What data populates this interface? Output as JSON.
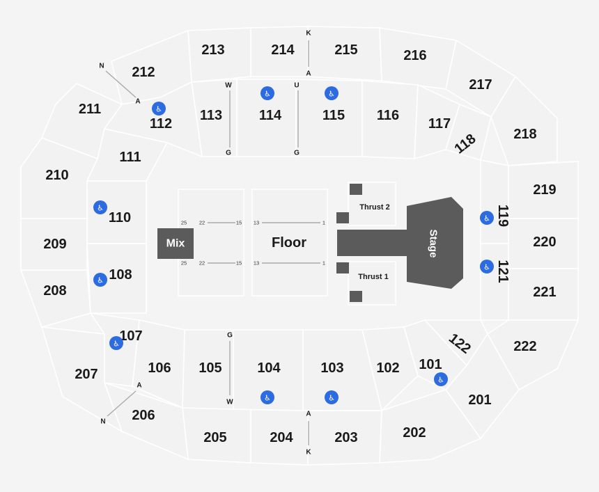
{
  "colors": {
    "background": "#f4f4f4",
    "section": "#f2f2f2",
    "stage": "#5b5b5b",
    "accessible": "#2d6be0"
  },
  "stage": {
    "label": "Stage"
  },
  "floor": {
    "label": "Floor",
    "mix_label": "Mix"
  },
  "thrusts": [
    {
      "label": "Thrust 2"
    },
    {
      "label": "Thrust 1"
    }
  ],
  "sections": {
    "s213": "213",
    "s214": "214",
    "s215": "215",
    "s216": "216",
    "s217": "217",
    "s212": "212",
    "s211": "211",
    "s210": "210",
    "s209": "209",
    "s208": "208",
    "s207": "207",
    "s206": "206",
    "s205": "205",
    "s204": "204",
    "s203": "203",
    "s202": "202",
    "s201": "201",
    "s222": "222",
    "s221": "221",
    "s220": "220",
    "s219": "219",
    "s218": "218",
    "s113": "113",
    "s114": "114",
    "s115": "115",
    "s116": "116",
    "s117": "117",
    "s118": "118",
    "s112": "112",
    "s111": "111",
    "s110": "110",
    "s108": "108",
    "s107": "107",
    "s106": "106",
    "s105": "105",
    "s104": "104",
    "s103": "103",
    "s102": "102",
    "s101": "101",
    "s122": "122",
    "s119": "119",
    "s121": "121"
  },
  "row_labels": {
    "k_top": "K",
    "a_top": "A",
    "n_nw": "N",
    "a_nw": "A",
    "w_top": "W",
    "g_top_left": "G",
    "u_top": "U",
    "g_top_right": "G",
    "g_bottom": "G",
    "w_bottom": "W",
    "a_bottom": "A",
    "k_bottom": "K",
    "a_sw": "A",
    "n_sw": "N"
  },
  "seat_numbers": {
    "s25": "25",
    "s22": "22",
    "s15": "15",
    "s13": "13",
    "s1": "1"
  },
  "accessible_icon": "wheelchair-icon"
}
